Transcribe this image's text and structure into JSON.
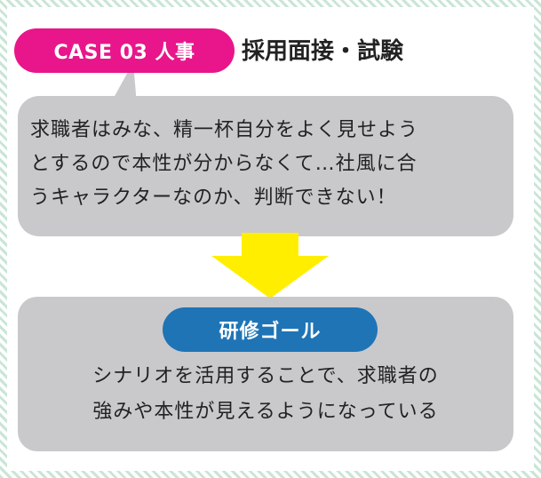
{
  "case": {
    "badge": "CASE 03 人事",
    "title": "採用面接・試験"
  },
  "problem": {
    "lines": [
      "求職者はみな、精一杯自分をよく見せよう",
      "とするので本性が分からなくて…社風に合",
      "うキャラクターなのか、判断できない！"
    ]
  },
  "goal": {
    "label": "研修ゴール",
    "lines": [
      "シナリオを活用することで、求職者の",
      "強みや本性が見えるようになっている"
    ]
  },
  "colors": {
    "badge": "#e8168a",
    "goal_label": "#1f74b6",
    "box": "#c9c9cc",
    "arrow": "#ffee00",
    "border_stripe": "#c9e5d6"
  },
  "icons": {
    "arrow": "down-arrow-icon"
  }
}
